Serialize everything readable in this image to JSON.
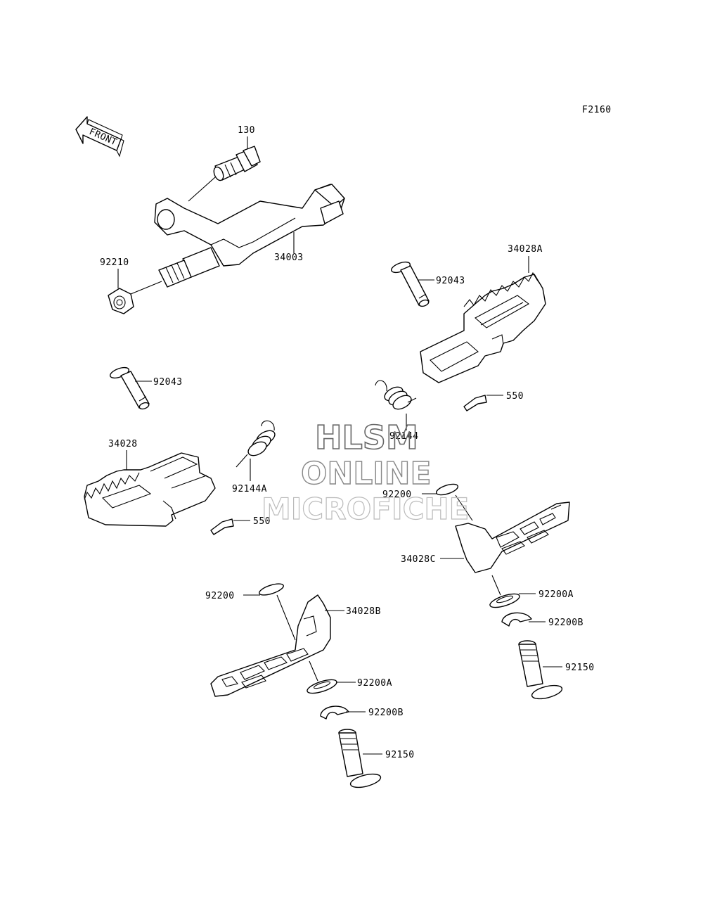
{
  "figure_code": "F2160",
  "front_label": "FRONT",
  "watermark": {
    "line1": "HLSM",
    "line2": "ONLINE",
    "line3": "MICROFICHE"
  },
  "callouts": {
    "p130": "130",
    "p34003": "34003",
    "p92210": "92210",
    "p92043_a": "92043",
    "p34028A": "34028A",
    "p92043_b": "92043",
    "p550_a": "550",
    "p92144": "92144",
    "p34028": "34028",
    "p92144A": "92144A",
    "p550_b": "550",
    "p92200_a": "92200",
    "p34028C": "34028C",
    "p92200A_a": "92200A",
    "p92200B_a": "92200B",
    "p92150_a": "92150",
    "p92200_b": "92200",
    "p34028B": "34028B",
    "p92200A_b": "92200A",
    "p92200B_b": "92200B",
    "p92150_b": "92150"
  },
  "colors": {
    "line": "#000000",
    "background": "#ffffff",
    "watermark": "#888888"
  }
}
